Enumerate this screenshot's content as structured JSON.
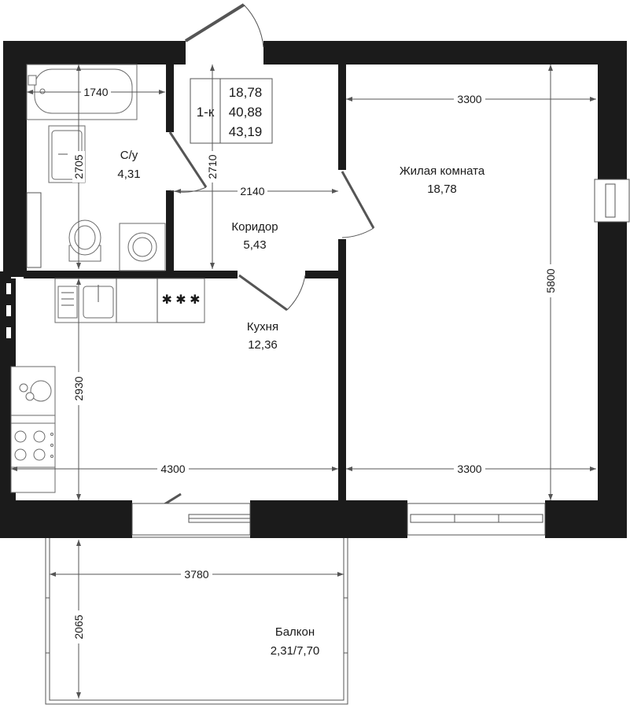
{
  "summary": {
    "type": "1-к",
    "living_area": "18,78",
    "total_area": "40,88",
    "total_area_with_balcony": "43,19"
  },
  "rooms": {
    "bathroom": {
      "name": "С/у",
      "area": "4,31"
    },
    "corridor": {
      "name": "Коридор",
      "area": "5,43"
    },
    "living": {
      "name": "Жилая комната",
      "area": "18,78"
    },
    "kitchen": {
      "name": "Кухня",
      "area": "12,36"
    },
    "balcony": {
      "name": "Балкон",
      "area": "2,31/7,70"
    }
  },
  "dimensions": {
    "bath_width": "1740",
    "bath_height": "2705",
    "corridor_height": "2710",
    "corridor_width": "2140",
    "living_width_top": "3300",
    "living_height": "5800",
    "living_width_bottom": "3300",
    "kitchen_height": "2930",
    "kitchen_width": "4300",
    "balcony_width": "3780",
    "balcony_height": "2065"
  },
  "stove_glyph": "✱ ✱ ✱"
}
